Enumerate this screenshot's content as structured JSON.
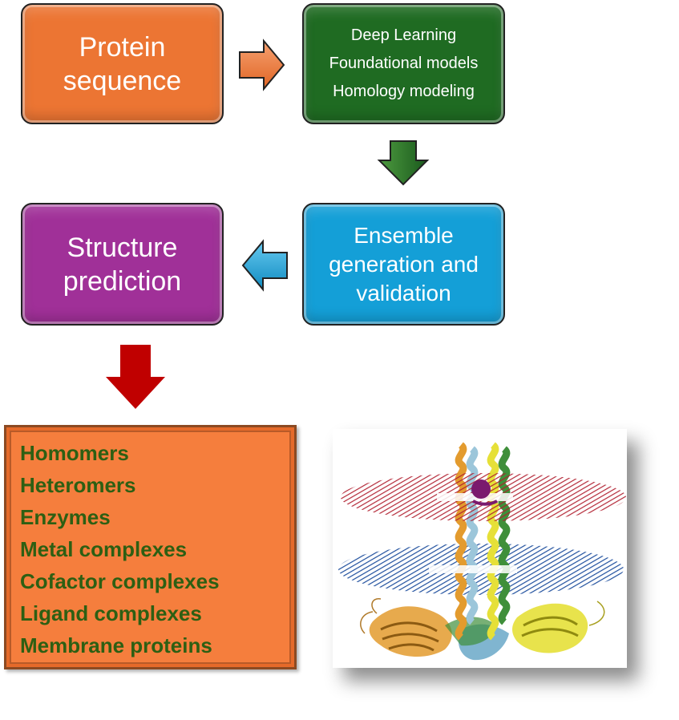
{
  "boxes": {
    "sequence": {
      "lines": [
        "Protein",
        "sequence"
      ],
      "color": "#ec7533"
    },
    "methods": {
      "lines": [
        "Deep Learning",
        "Foundational models",
        "Homology modeling"
      ],
      "color": "#1f6b22"
    },
    "ensemble": {
      "lines": [
        "Ensemble",
        "generation and",
        "validation"
      ],
      "color": "#149fd7"
    },
    "structure": {
      "lines": [
        "Structure",
        "prediction"
      ],
      "color": "#a03098"
    }
  },
  "arrows": {
    "right": {
      "icon": "arrow-right-icon",
      "color": "#ec7533"
    },
    "down_green": {
      "icon": "arrow-down-icon",
      "color": "#1f6b22"
    },
    "left": {
      "icon": "arrow-left-icon",
      "color": "#149fd7"
    },
    "down_red": {
      "icon": "arrow-down-icon",
      "color": "#c00000"
    }
  },
  "applications": {
    "items": [
      "Homomers",
      "Heteromers",
      "Enzymes",
      "Metal complexes",
      "Cofactor complexes",
      "Ligand complexes",
      "Membrane proteins"
    ],
    "text_color": "#2d5f13",
    "background": "#f57e3d"
  },
  "image": {
    "icon": "membrane-protein-structure-image"
  }
}
